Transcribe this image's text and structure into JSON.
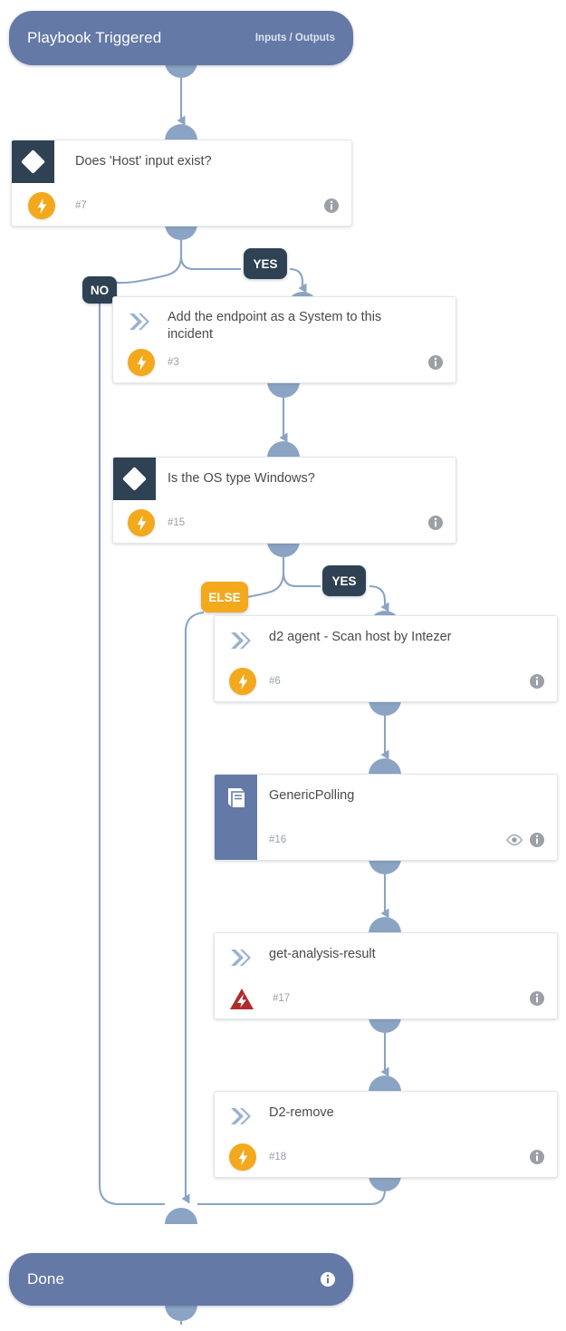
{
  "diagram": {
    "type": "playbook-flowchart",
    "background": "#ffffff",
    "colors": {
      "terminal": "#6479a5",
      "condition_icon": "#2f4254",
      "accent_orange": "#f3a91d",
      "error_red": "#b02b2b",
      "edge": "#8ba4c4",
      "card_bg": "#ffffff",
      "text": "#4a4a4a",
      "muted_text": "#9aa0a6"
    }
  },
  "start": {
    "title": "Playbook Triggered",
    "meta": "Inputs / Outputs"
  },
  "end": {
    "title": "Done",
    "info_icon": "info-icon"
  },
  "nodes": [
    {
      "id": "n7",
      "kind": "condition",
      "title": "Does 'Host' input exist?",
      "number": "#7",
      "icon": "diamond-icon",
      "badge": "lightning-bolt-icon",
      "badge_state": "automatic",
      "info_icon": "info-icon"
    },
    {
      "id": "n3",
      "kind": "task",
      "title": "Add the endpoint as a System to this incident",
      "number": "#3",
      "icon": "chevron-right-icon",
      "badge": "lightning-bolt-icon",
      "badge_state": "automatic",
      "info_icon": "info-icon"
    },
    {
      "id": "n15",
      "kind": "condition",
      "title": "Is the OS type Windows?",
      "number": "#15",
      "icon": "diamond-icon",
      "badge": "lightning-bolt-icon",
      "badge_state": "automatic",
      "info_icon": "info-icon"
    },
    {
      "id": "n6",
      "kind": "task",
      "title": "d2 agent - Scan host by Intezer",
      "number": "#6",
      "icon": "chevron-right-icon",
      "badge": "lightning-bolt-icon",
      "badge_state": "automatic",
      "info_icon": "info-icon"
    },
    {
      "id": "n16",
      "kind": "subplaybook",
      "title": "GenericPolling",
      "number": "#16",
      "icon": "book-icon",
      "badge": null,
      "badge_state": null,
      "eye_icon": "eye-icon",
      "info_icon": "info-icon"
    },
    {
      "id": "n17",
      "kind": "task",
      "title": "get-analysis-result",
      "number": "#17",
      "icon": "chevron-right-icon",
      "badge": "warning-bolt-icon",
      "badge_state": "error",
      "info_icon": "info-icon"
    },
    {
      "id": "n18",
      "kind": "task",
      "title": "D2-remove",
      "number": "#18",
      "icon": "chevron-right-icon",
      "badge": "lightning-bolt-icon",
      "badge_state": "automatic",
      "info_icon": "info-icon"
    }
  ],
  "branch_labels": [
    {
      "key": "b-no",
      "text": "NO",
      "style": "navy"
    },
    {
      "key": "b-yes1",
      "text": "YES",
      "style": "navy"
    },
    {
      "key": "b-else",
      "text": "ELSE",
      "style": "amber"
    },
    {
      "key": "b-yes2",
      "text": "YES",
      "style": "navy"
    }
  ]
}
